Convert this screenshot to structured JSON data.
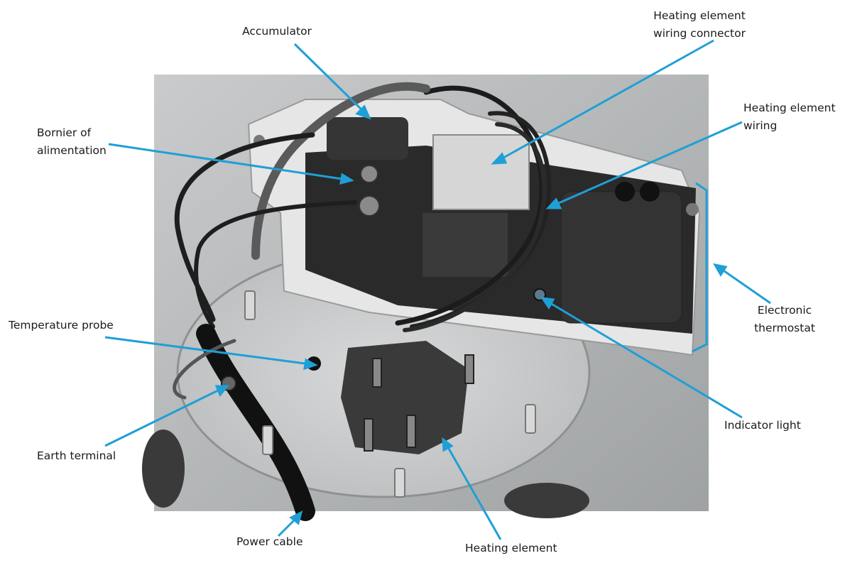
{
  "labels": {
    "accumulator": "Accumulator",
    "heating_element_wiring_connector": "Heating element\nwiring connector",
    "heating_element_wiring": "Heating element\nwiring",
    "bornier_of_alimentation": "Bornier of\nalimentation",
    "temperature_probe": "Temperature probe",
    "electronic_thermostat": "Electronic\nthermostat",
    "indicator_light": "Indicator light",
    "earth_terminal": "Earth terminal",
    "power_cable": "Power cable",
    "heating_element": "Heating element"
  },
  "colors": {
    "leader_line": "#1f9fd6",
    "label_text": "#1a1a1a",
    "photo_background": "#b9bcbd"
  }
}
